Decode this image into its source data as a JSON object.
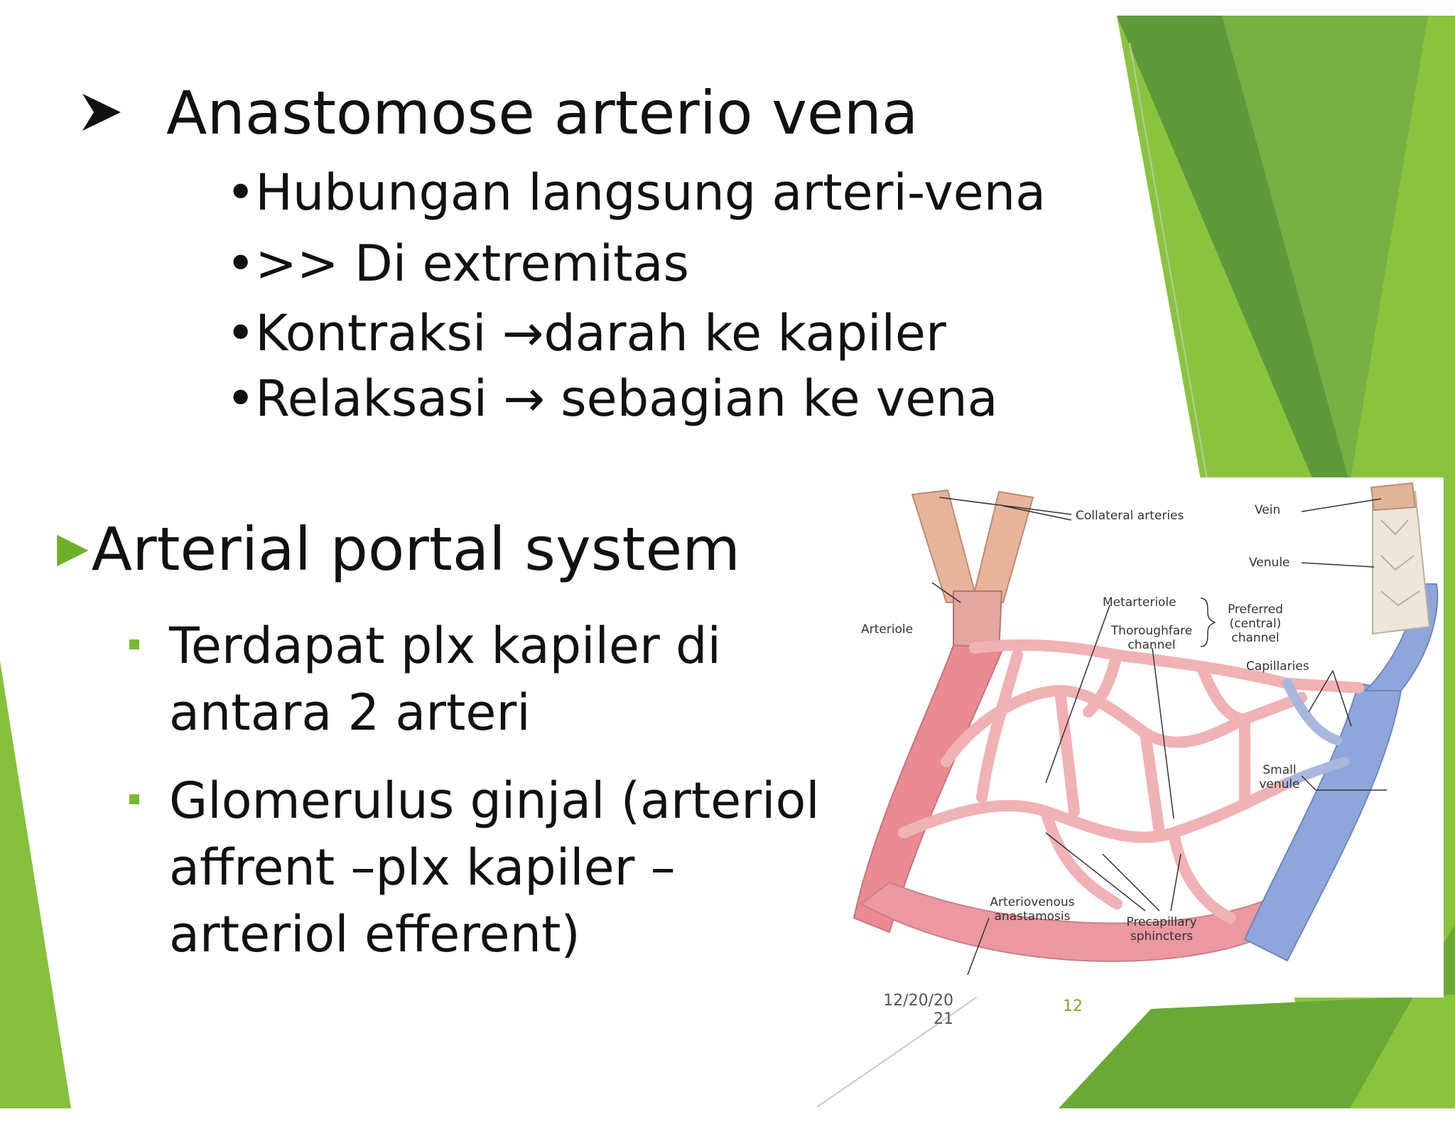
{
  "slide": {
    "heading1": "Anastomose arterio vena",
    "bullets1": [
      "•Hubungan langsung arteri-vena",
      "•>> Di extremitas",
      "•Kontraksi →darah ke kapiler",
      "•Relaksasi → sebagian ke  vena"
    ],
    "heading2": "Arterial portal system",
    "bullets2": [
      "Terdapat plx kapiler di antara 2 arteri",
      "Glomerulus ginjal (arteriol affrent –plx kapiler –arteriol efferent)"
    ]
  },
  "diagram": {
    "labels": {
      "collateral_arteries": "Collateral arteries",
      "vein": "Vein",
      "venule": "Venule",
      "arteriole": "Arteriole",
      "metarteriole": "Metarteriole",
      "thoroughfare_channel": "Thoroughfare channel",
      "preferred_channel": "Preferred (central) channel",
      "capillaries": "Capillaries",
      "small_venule": "Small venule",
      "av_anastomosis": "Arteriovenous anastamosis",
      "precapillary_sphincters": "Precapillary sphincters"
    }
  },
  "footer": {
    "date": "12/20/20 21",
    "page_number": "12"
  },
  "colors": {
    "accent_green": "#7ab733",
    "dark_green": "#4f8a2f",
    "artery": "#e98790",
    "vein": "#8fa6dc"
  }
}
